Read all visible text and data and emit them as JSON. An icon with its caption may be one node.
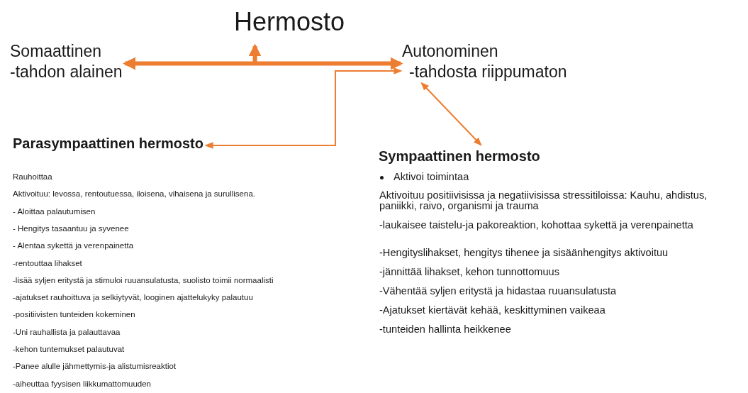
{
  "diagram": {
    "nodes": [
      {
        "text": [
          "Hermosto"
        ]
      },
      {
        "text": [
          "Somaattinen",
          "-tahdon alainen"
        ]
      },
      {
        "text": [
          "Autonominen",
          "-tahdosta riippumaton"
        ]
      },
      {
        "text": [
          "Parasympaattinen hermosto"
        ]
      },
      {
        "text": [
          "Sympaattinen hermosto"
        ]
      }
    ],
    "edges": [
      {
        "from": 1,
        "to": 2,
        "arrow": "both",
        "style": "thick"
      },
      {
        "from": null,
        "to": 0,
        "arrow": "to",
        "style": "thick"
      },
      {
        "from": 3,
        "to": 2,
        "arrow": "both"
      },
      {
        "from": 2,
        "to": 4,
        "arrow": "both"
      }
    ],
    "labels": [
      "Rauhoittaa",
      "Aktivoituu: levossa, rentoutuessa, iloisena, vihaisena ja surullisena.",
      "- Aloittaa palautumisen",
      "- Hengitys tasaantuu ja syvenee",
      "- Alentaa sykettä ja verenpainetta",
      "-rentouttaa lihakset",
      "-lisää syljen eritystä ja stimuloi ruuansulatusta, suolisto toimii normaalisti",
      "-ajatukset rauhoittuva ja selkiytyvät, looginen ajattelukyky palautuu",
      "-positiivisten tunteiden kokeminen",
      "-Uni rauhallista ja palauttavaa",
      "-kehon tuntemukset palautuvat",
      "-Panee alulle jähmettymis-ja alistumisreaktiot",
      "-aiheuttaa fyysisen liikkumattomuuden",
      "Aktivoi toimintaa",
      "Aktivoituu positiivisissa ja negatiivisissa stressitiloissa: Kauhu, ahdistus, paniikki, raivo, organismi ja trauma",
      "-laukaisee taistelu-ja pakoreaktion, kohottaa sykettä ja verenpainetta",
      "-Hengityslihakset, hengitys tihenee ja sisäänhengitys aktivoituu",
      "-jännittää lihakset, kehon tunnottomuus",
      "-Vähentää syljen eritystä ja hidastaa ruuansulatusta",
      "-Ajatukset kiertävät kehää, keskittyminen vaikeaa",
      "-tunteiden hallinta heikkenee"
    ]
  }
}
